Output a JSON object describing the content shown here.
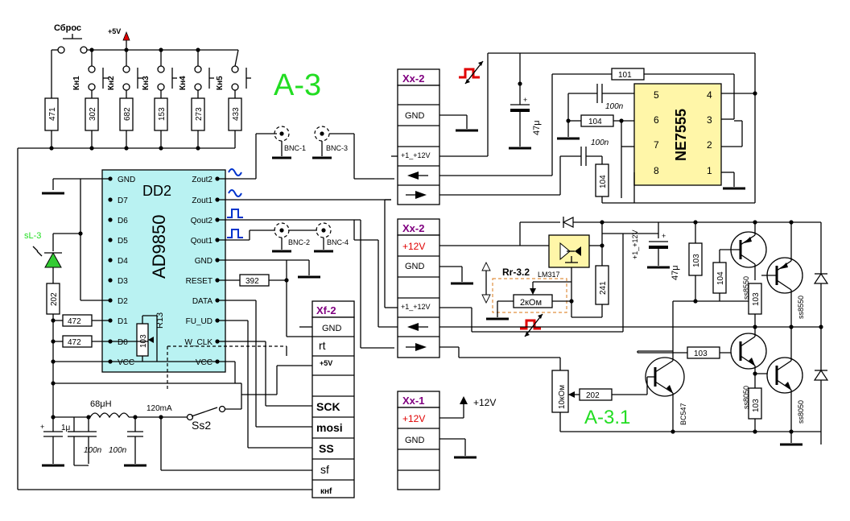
{
  "labels": {
    "reset": "Сброс",
    "plus5v_top": "+5V",
    "block_a3": "A-3",
    "block_a31": "A-3.1",
    "chip_dd2_name": "DD2",
    "chip_dd2_part": "AD9850",
    "chip_ne": "NE7555",
    "lm317": "LM317",
    "rr": "Rr-3.2",
    "rr_val": "2кОм",
    "sl3": "sL-3",
    "r13": "R13",
    "inductor": "68μH",
    "current": "120mA",
    "ss2": "Ss2",
    "plus12v_arrow": "+12V",
    "bc547": "BC547",
    "plus12v_small": "+1_+12V"
  },
  "buttons": [
    "Кн1",
    "Кн2",
    "Кн3",
    "Кн4",
    "Кн5"
  ],
  "resistors": {
    "top_row": [
      "471",
      "302",
      "682",
      "153",
      "273",
      "433"
    ],
    "left_col": "202",
    "d1": "472",
    "d0": "472",
    "r13": "103",
    "reset": "392",
    "ne_101": "101",
    "ne_104": "104",
    "ne_104v": "104",
    "r241": "241",
    "r103_top": "103",
    "r104_side": "104",
    "r103_mid": "103",
    "r103_low": "103",
    "r202_bc": "202",
    "r10k": "10кОм"
  },
  "caps": {
    "c47_top": "47μ",
    "c100n_a": "100n",
    "c100n_b": "100n",
    "c47_right": "47μ",
    "c1u": "1μ",
    "c100n_c": "100n",
    "c100n_d": "100n"
  },
  "transistors": [
    "ss8550",
    "ss8550",
    "ss8050",
    "ss8050"
  ],
  "bnc": [
    "BNC-1",
    "BNC-3",
    "BNC-2",
    "BNC-4"
  ],
  "dd2_left_pins": [
    "GND",
    "D7",
    "D6",
    "D5",
    "D4",
    "D3",
    "D2",
    "D1",
    "D0",
    "VCC"
  ],
  "dd2_right_pins": [
    "Zout2",
    "Zout1",
    "Qout2",
    "Qout1",
    "GND",
    "RESET",
    "DATA",
    "FU_UD",
    "W_CLK",
    "VCC"
  ],
  "ne_pins_left": [
    "5",
    "6",
    "7",
    "8"
  ],
  "ne_pins_right": [
    "4",
    "3",
    "2",
    "1"
  ],
  "connectors": {
    "xx2_top": {
      "title": "Xx-2",
      "rows": [
        "",
        "GND",
        "+1_+12V",
        "",
        ""
      ]
    },
    "xx2_mid": {
      "title": "Xx-2",
      "rows": [
        "+12V",
        "GND",
        "+1_+12V",
        "",
        ""
      ]
    },
    "xx1": {
      "title": "Xx-1",
      "rows": [
        "+12V",
        "GND",
        "",
        ""
      ]
    },
    "xf2": {
      "title": "Xf-2",
      "rows": [
        "GND",
        "rt",
        "+5V",
        "SCK",
        "mosi",
        "SS",
        "sf",
        "кнf"
      ]
    }
  }
}
